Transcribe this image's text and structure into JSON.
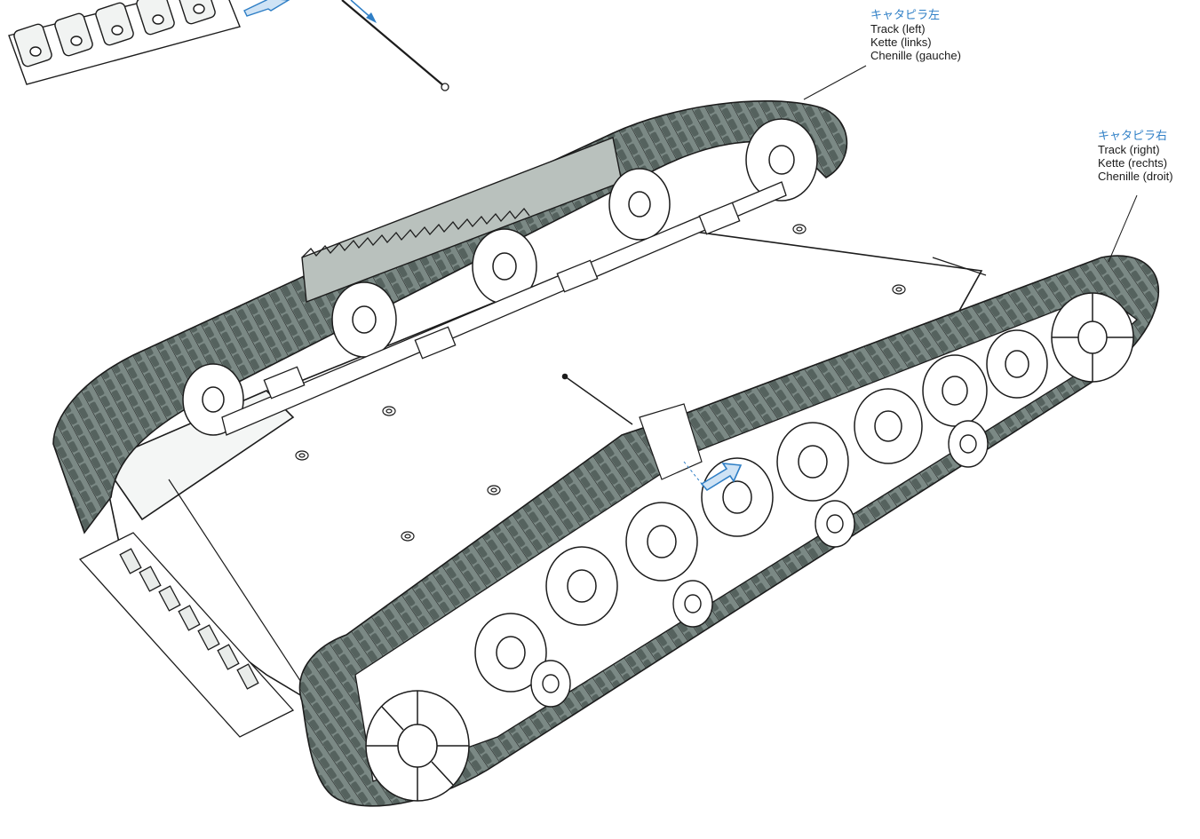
{
  "colors": {
    "line": "#1c1c1c",
    "track_fill": "#6f7d78",
    "track_dark": "#4a5753",
    "highlight_fill": "#b9c1bd",
    "accent_blue": "#2f7fc6",
    "arrow_fill": "#cfe3f5"
  },
  "callouts": {
    "left_track": {
      "jp": "キャタピラ左",
      "en": "Track (left)",
      "de": "Kette (links)",
      "fr": "Chenille (gauche)"
    },
    "right_track": {
      "jp": "キャタピラ右",
      "en": "Track (right)",
      "de": "Kette (rechts)",
      "fr": "Chenille (droit)"
    }
  },
  "icons": [
    "track-link-segment-icon",
    "track-pin-icon",
    "assembly-arrow-icon"
  ]
}
